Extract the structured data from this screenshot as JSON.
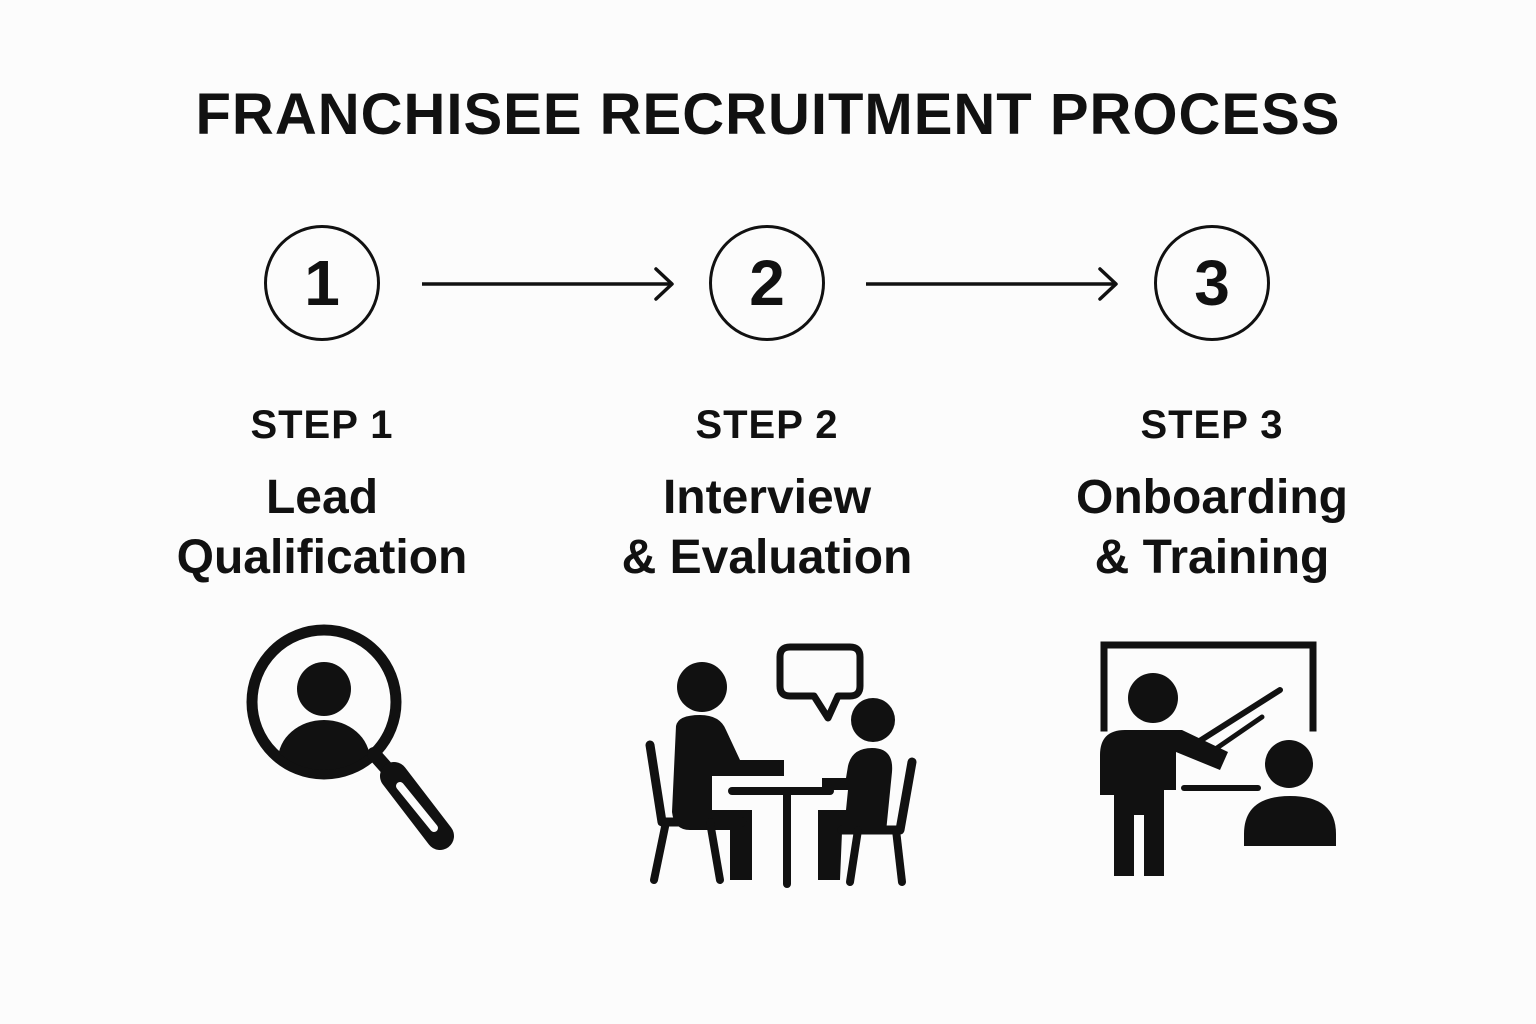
{
  "title": "FRANCHISEE RECRUITMENT PROCESS",
  "steps": [
    {
      "number": "1",
      "label": "STEP 1",
      "name_line1": "Lead",
      "name_line2": "Qualification",
      "icon": "magnifier-person-icon"
    },
    {
      "number": "2",
      "label": "STEP 2",
      "name_line1": "Interview",
      "name_line2": "& Evaluation",
      "icon": "interview-meeting-icon"
    },
    {
      "number": "3",
      "label": "STEP 3",
      "name_line1": "Onboarding",
      "name_line2": "& Training",
      "icon": "trainer-whiteboard-icon"
    }
  ],
  "colors": {
    "ink": "#111111",
    "background": "#fcfcfc"
  }
}
